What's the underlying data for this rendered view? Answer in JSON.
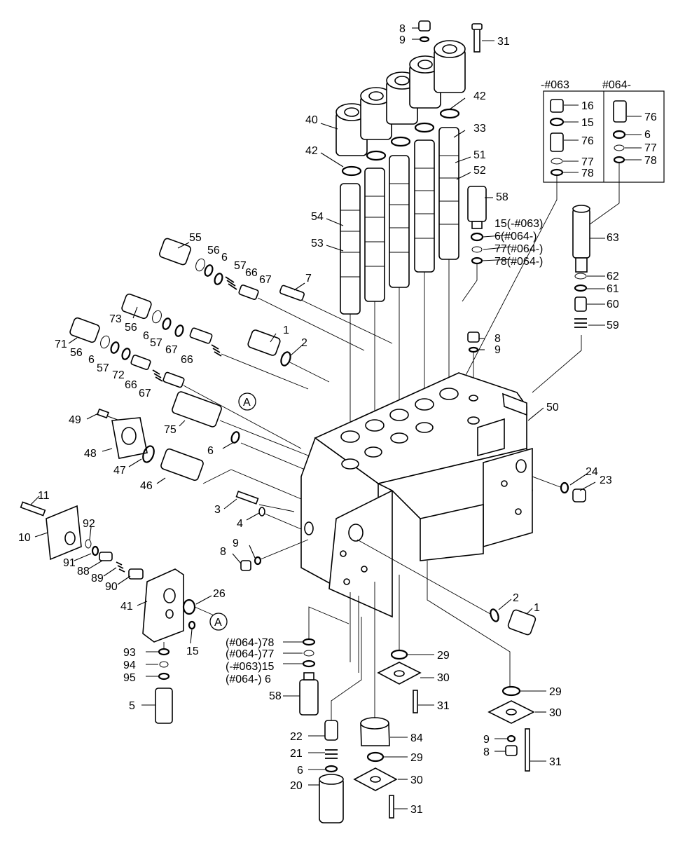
{
  "inset": {
    "col_left_header": "-#063",
    "col_right_header": "#064-",
    "left_items": [
      "16",
      "15",
      "76",
      "77",
      "78"
    ],
    "right_items": [
      "76",
      "6",
      "77",
      "78"
    ]
  },
  "callout_marker": "A",
  "labels": [
    {
      "id": "l8a",
      "text": "8"
    },
    {
      "id": "l9a",
      "text": "9"
    },
    {
      "id": "l31a",
      "text": "31"
    },
    {
      "id": "l42a",
      "text": "42"
    },
    {
      "id": "l40",
      "text": "40"
    },
    {
      "id": "l33",
      "text": "33"
    },
    {
      "id": "l42b",
      "text": "42"
    },
    {
      "id": "l51",
      "text": "51"
    },
    {
      "id": "l52",
      "text": "52"
    },
    {
      "id": "l58a",
      "text": "58"
    },
    {
      "id": "l54",
      "text": "54"
    },
    {
      "id": "l53",
      "text": "53"
    },
    {
      "id": "l15a",
      "text": "15(-#063)"
    },
    {
      "id": "l6a",
      "text": "6(#064-)"
    },
    {
      "id": "l77a",
      "text": "77(#064-)"
    },
    {
      "id": "l78a",
      "text": "78(#064-)"
    },
    {
      "id": "l55",
      "text": "55"
    },
    {
      "id": "l56a",
      "text": "56"
    },
    {
      "id": "l6b",
      "text": "6"
    },
    {
      "id": "l57a",
      "text": "57"
    },
    {
      "id": "l66a",
      "text": "66"
    },
    {
      "id": "l67a",
      "text": "67"
    },
    {
      "id": "l7",
      "text": "7"
    },
    {
      "id": "l63",
      "text": "63"
    },
    {
      "id": "l62",
      "text": "62"
    },
    {
      "id": "l61",
      "text": "61"
    },
    {
      "id": "l60",
      "text": "60"
    },
    {
      "id": "l59",
      "text": "59"
    },
    {
      "id": "l73",
      "text": "73"
    },
    {
      "id": "l56b",
      "text": "56"
    },
    {
      "id": "l6c",
      "text": "6"
    },
    {
      "id": "l57b",
      "text": "57"
    },
    {
      "id": "l67b",
      "text": "67"
    },
    {
      "id": "l66b",
      "text": "66"
    },
    {
      "id": "l1a",
      "text": "1"
    },
    {
      "id": "l2a",
      "text": "2"
    },
    {
      "id": "l8b",
      "text": "8"
    },
    {
      "id": "l9b",
      "text": "9"
    },
    {
      "id": "l71",
      "text": "71"
    },
    {
      "id": "l56c",
      "text": "56"
    },
    {
      "id": "l6d",
      "text": "6"
    },
    {
      "id": "l57c",
      "text": "57"
    },
    {
      "id": "l72",
      "text": "72"
    },
    {
      "id": "l66c",
      "text": "66"
    },
    {
      "id": "l67c",
      "text": "67"
    },
    {
      "id": "l49",
      "text": "49"
    },
    {
      "id": "l75",
      "text": "75"
    },
    {
      "id": "l50",
      "text": "50"
    },
    {
      "id": "l48",
      "text": "48"
    },
    {
      "id": "l6e",
      "text": "6"
    },
    {
      "id": "l47",
      "text": "47"
    },
    {
      "id": "l46",
      "text": "46"
    },
    {
      "id": "l24",
      "text": "24"
    },
    {
      "id": "l23",
      "text": "23"
    },
    {
      "id": "l11",
      "text": "11"
    },
    {
      "id": "l3",
      "text": "3"
    },
    {
      "id": "l4",
      "text": "4"
    },
    {
      "id": "l10",
      "text": "10"
    },
    {
      "id": "l92",
      "text": "92"
    },
    {
      "id": "l9c",
      "text": "9"
    },
    {
      "id": "l8c",
      "text": "8"
    },
    {
      "id": "l91",
      "text": "91"
    },
    {
      "id": "l88",
      "text": "88"
    },
    {
      "id": "l89",
      "text": "89"
    },
    {
      "id": "l90",
      "text": "90"
    },
    {
      "id": "l26",
      "text": "26"
    },
    {
      "id": "l41",
      "text": "41"
    },
    {
      "id": "l2b",
      "text": "2"
    },
    {
      "id": "l1b",
      "text": "1"
    },
    {
      "id": "l15b",
      "text": "15"
    },
    {
      "id": "l93",
      "text": "93"
    },
    {
      "id": "l78b",
      "text": "(#064-)78"
    },
    {
      "id": "l77b",
      "text": "(#064-)77"
    },
    {
      "id": "l15c",
      "text": "(-#063)15"
    },
    {
      "id": "l6f",
      "text": "(#064-)  6"
    },
    {
      "id": "l94",
      "text": "94"
    },
    {
      "id": "l95",
      "text": "95"
    },
    {
      "id": "l29a",
      "text": "29"
    },
    {
      "id": "l30a",
      "text": "30"
    },
    {
      "id": "l29b",
      "text": "29"
    },
    {
      "id": "l58b",
      "text": "58"
    },
    {
      "id": "l5",
      "text": "5"
    },
    {
      "id": "l31b",
      "text": "31"
    },
    {
      "id": "l30b",
      "text": "30"
    },
    {
      "id": "l22",
      "text": "22"
    },
    {
      "id": "l84",
      "text": "84"
    },
    {
      "id": "l9d",
      "text": "9"
    },
    {
      "id": "l21",
      "text": "21"
    },
    {
      "id": "l29c",
      "text": "29"
    },
    {
      "id": "l8d",
      "text": "8"
    },
    {
      "id": "l31c",
      "text": "31"
    },
    {
      "id": "l6g",
      "text": "6"
    },
    {
      "id": "l20",
      "text": "20"
    },
    {
      "id": "l30c",
      "text": "30"
    },
    {
      "id": "l31d",
      "text": "31"
    }
  ]
}
